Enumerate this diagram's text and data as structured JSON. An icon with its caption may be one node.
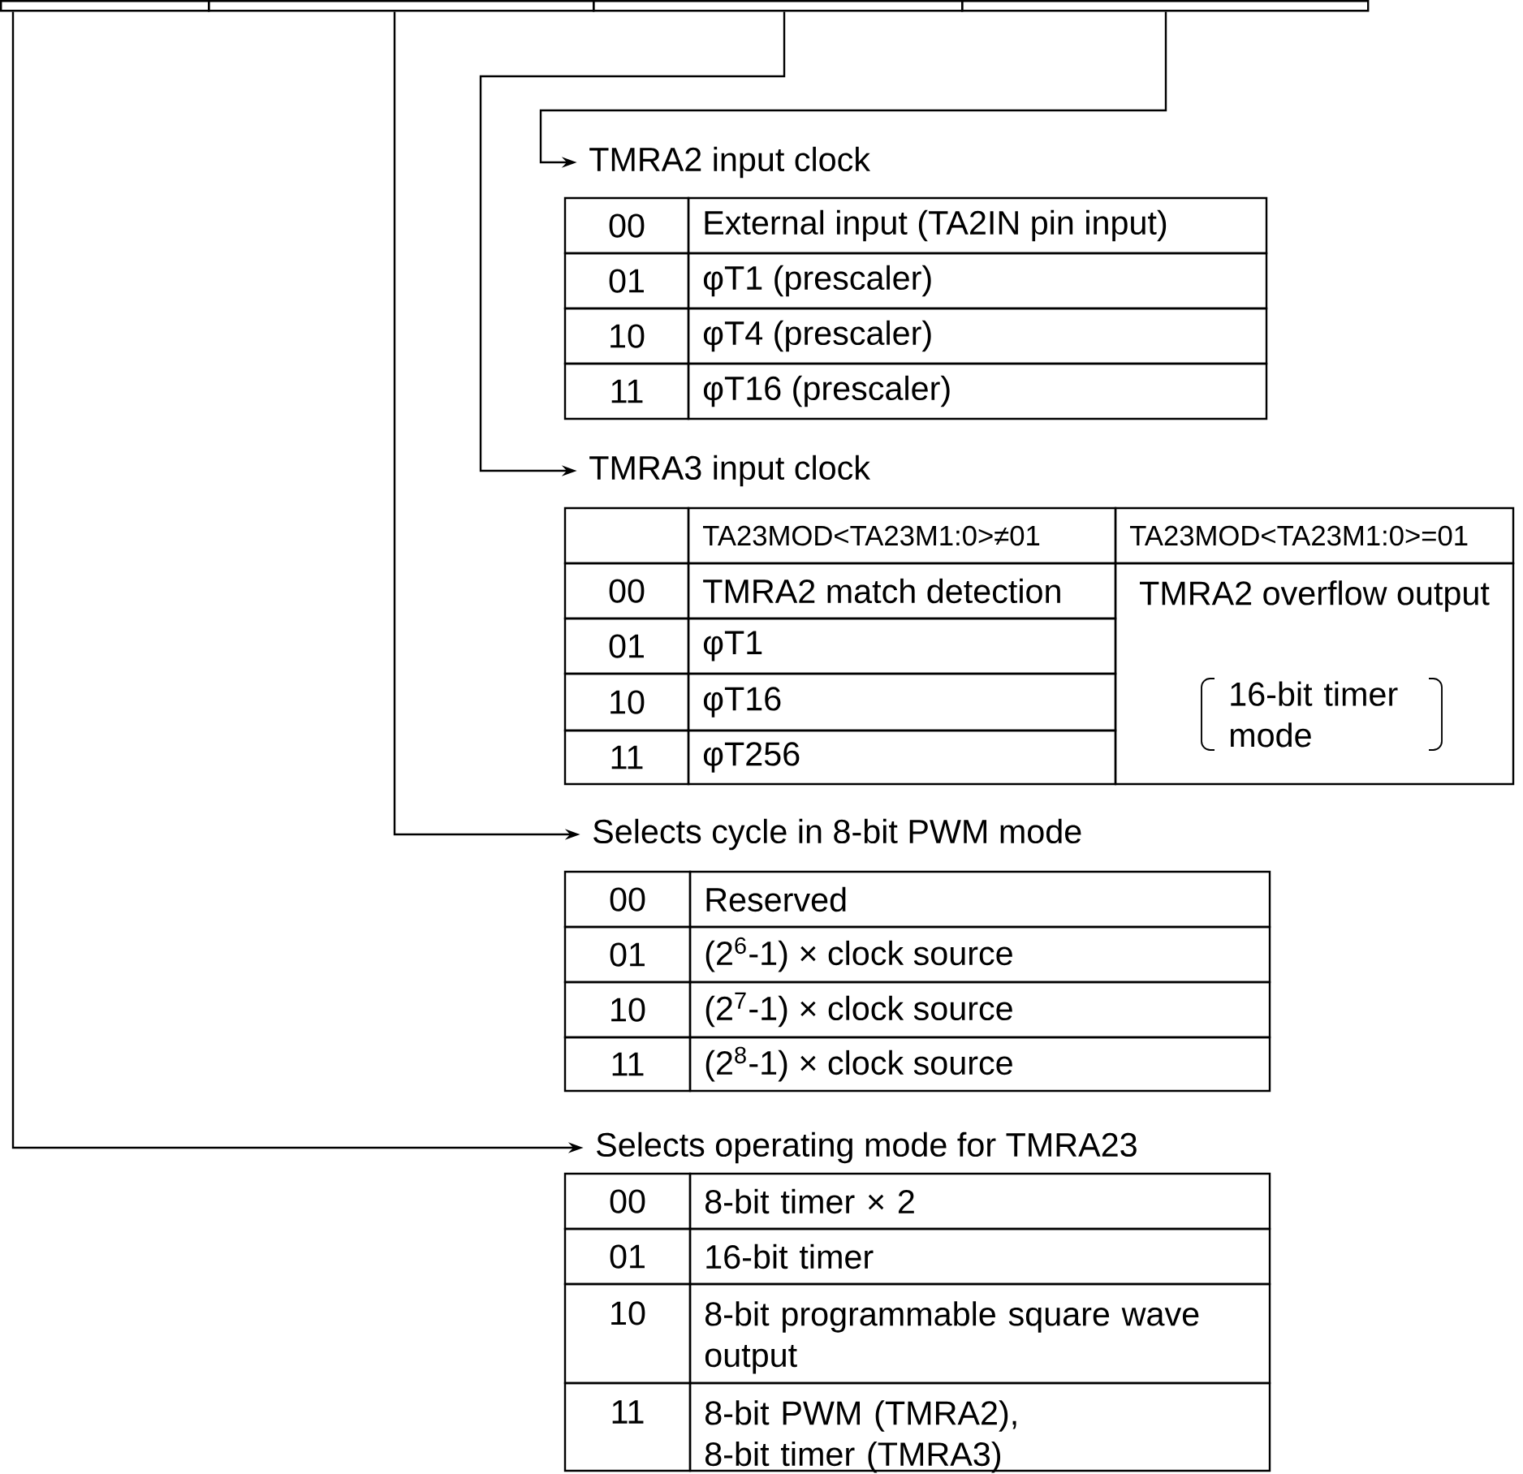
{
  "diagram": {
    "nodes": [
      {
        "text": [],
        "shape": "box"
      },
      {
        "text": [],
        "shape": "box"
      },
      {
        "text": [],
        "shape": "box"
      },
      {
        "text": [],
        "shape": "box"
      },
      {
        "text": [
          "TMRA2 input clock"
        ]
      },
      {
        "text": [
          "TMRA3 input clock"
        ]
      },
      {
        "text": [
          "Selects cycle in 8-bit PWM mode"
        ]
      },
      {
        "text": [
          "Selects operating mode for TMRA23"
        ]
      }
    ],
    "edges": [
      {
        "from": 3,
        "to": 4,
        "arrow": "to"
      },
      {
        "from": 2,
        "to": 5,
        "arrow": "to"
      },
      {
        "from": 1,
        "to": 6,
        "arrow": "to"
      },
      {
        "from": 0,
        "to": 7,
        "arrow": "to"
      }
    ],
    "labels": [
      "00",
      "External input (TA2IN pin input)",
      "01",
      "φT1 (prescaler)",
      "10",
      "φT4 (prescaler)",
      "11",
      "φT16 (prescaler)",
      "TA23MOD<TA23M1:0>≠01",
      "TA23MOD<TA23M1:0>=01",
      "00",
      "TMRA2 match detection",
      "TMRA2 overflow output",
      "01",
      "φT1",
      "16-bit timer mode",
      "10",
      "φT16",
      "11",
      "φT256",
      "00",
      "Reserved",
      "01",
      "(2$^{6}$-1) × clock source",
      "10",
      "(2$^{7}$-1) × clock source",
      "11",
      "(2$^{8}$-1) × clock source",
      "00",
      "8-bit timer × 2",
      "01",
      "16-bit timer",
      "10",
      "8-bit programmable square wave output",
      "11",
      "8-bit PWM (TMRA2), 8-bit timer (TMRA3)"
    ]
  }
}
